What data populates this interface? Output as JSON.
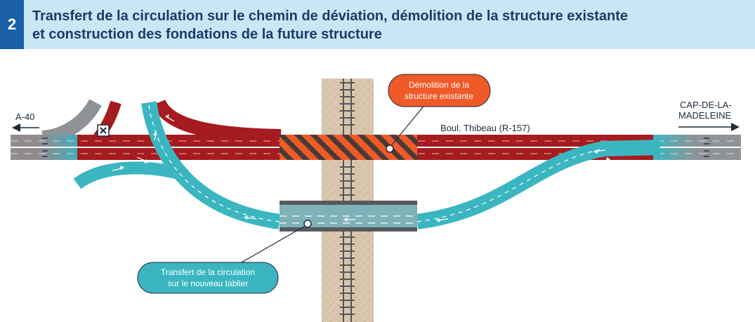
{
  "header": {
    "step": "2",
    "title_line1": "Transfert de la circulation sur le chemin de déviation, démolition de la structure existante",
    "title_line2": "et construction des fondations de la future structure"
  },
  "labels": {
    "left_dest": "A-40",
    "right_dest_1": "CAP-DE-LA-",
    "right_dest_2": "MADELEINE",
    "road_name": "Boul. Thibeau (R-157)",
    "demolition_1": "Démolition de la",
    "demolition_2": "structure existante",
    "transfer_1": "Transfert de la circulation",
    "transfer_2": "sur le nouveau tablier"
  },
  "colors": {
    "header_bg": "#c9e6f4",
    "badge": "#1b5fa6",
    "title": "#1c3a6a",
    "closed_road": "#a51b20",
    "detour": "#3bb6c1",
    "asphalt": "#8f9296",
    "demolition": "#f05a28",
    "rail_bed": "#d8c6ad"
  }
}
